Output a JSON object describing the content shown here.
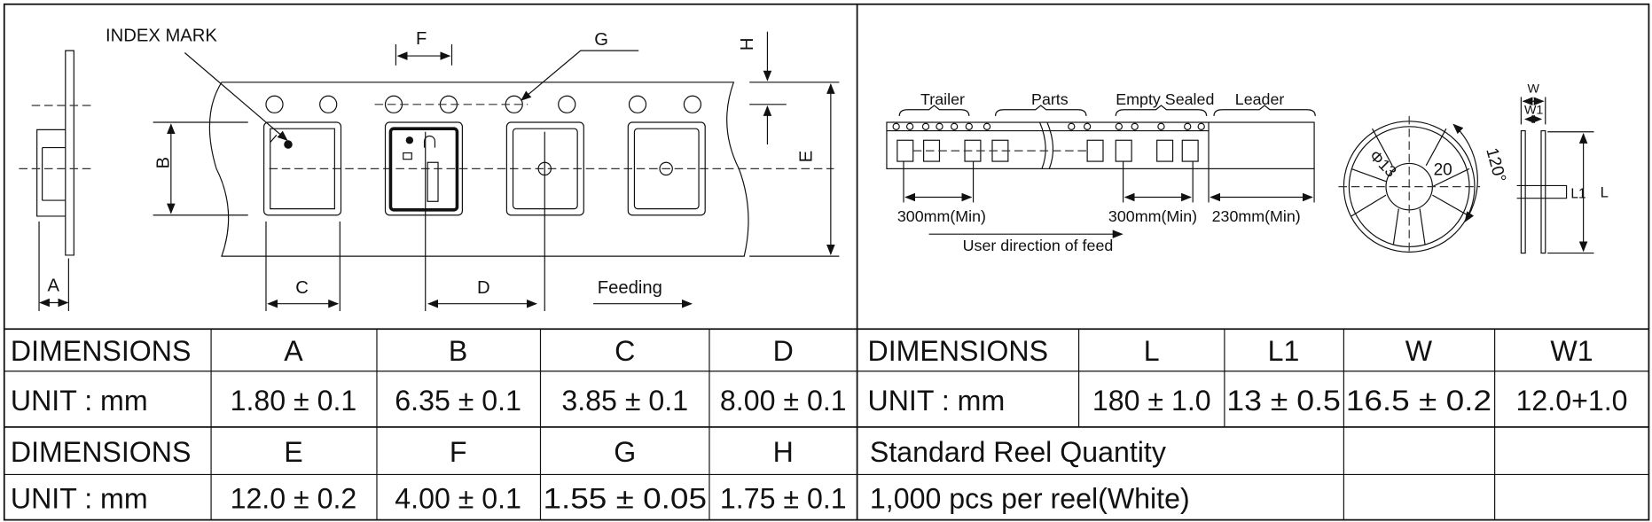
{
  "drawing_left": {
    "index_mark": "INDEX MARK",
    "f": "F",
    "g": "G",
    "h": "H",
    "b": "B",
    "e": "E",
    "a": "A",
    "c": "C",
    "d": "D",
    "feeding": "Feeding"
  },
  "drawing_right": {
    "trailer": "Trailer",
    "parts": "Parts",
    "empty_sealed": "Empty Sealed",
    "leader": "Leader",
    "trailer_len": "300mm(Min)",
    "empty_len": "300mm(Min)",
    "leader_len": "230mm(Min)",
    "feed_direction": "User direction of feed",
    "hub_dia": "Φ13",
    "slot": "20",
    "angle": "120°",
    "w": "W",
    "w1": "W1",
    "l1": "L1",
    "l": "L"
  },
  "table_left": {
    "rows": [
      [
        "DIMENSIONS",
        "A",
        "B",
        "C",
        "D"
      ],
      [
        "UNIT : mm",
        "1.80 ± 0.1",
        "6.35 ± 0.1",
        "3.85 ± 0.1",
        "8.00 ± 0.1"
      ],
      [
        "DIMENSIONS",
        "E",
        "F",
        "G",
        "H"
      ],
      [
        "UNIT : mm",
        "12.0 ± 0.2",
        "4.00 ± 0.1",
        "1.55 ± 0.05",
        "1.75 ± 0.1"
      ]
    ]
  },
  "table_right": {
    "rows": [
      [
        "DIMENSIONS",
        "L",
        "L1",
        "W",
        "W1"
      ],
      [
        "UNIT : mm",
        "180 ± 1.0",
        "13 ± 0.5",
        "16.5 ± 0.2",
        "12.0+1.0"
      ]
    ],
    "reel_qty_label": "Standard Reel Quantity",
    "reel_qty_value": "1,000 pcs per reel(White)"
  }
}
